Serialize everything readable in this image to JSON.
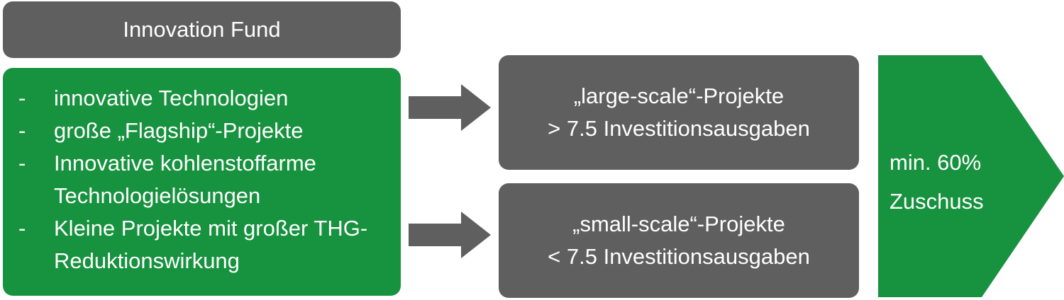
{
  "title": "Innovation Fund",
  "features": [
    {
      "bullet": "-",
      "text": "innovative Technologien"
    },
    {
      "bullet": "-",
      "text": "große „Flagship“-Projekte"
    },
    {
      "bullet": "-",
      "text": "Innovative kohlenstoffarme Technologielösungen"
    },
    {
      "bullet": "-",
      "text": "Kleine Projekte mit großer THG-Reduktionswirkung"
    }
  ],
  "projects": {
    "large": {
      "name": "„large-scale“-Projekte",
      "criterion": "> 7.5 Investitionsausgaben"
    },
    "small": {
      "name": "„small-scale“-Projekte",
      "criterion": "< 7.5 Investitionsausgaben"
    }
  },
  "result": {
    "line1": "min. 60%",
    "line2": "Zuschuss"
  },
  "colors": {
    "green": "#17923f",
    "grey": "#5f5f5f",
    "text": "#ffffff"
  },
  "icons": {
    "arrow": "right-arrow-icon",
    "result_shape": "chevron-pentagon"
  }
}
